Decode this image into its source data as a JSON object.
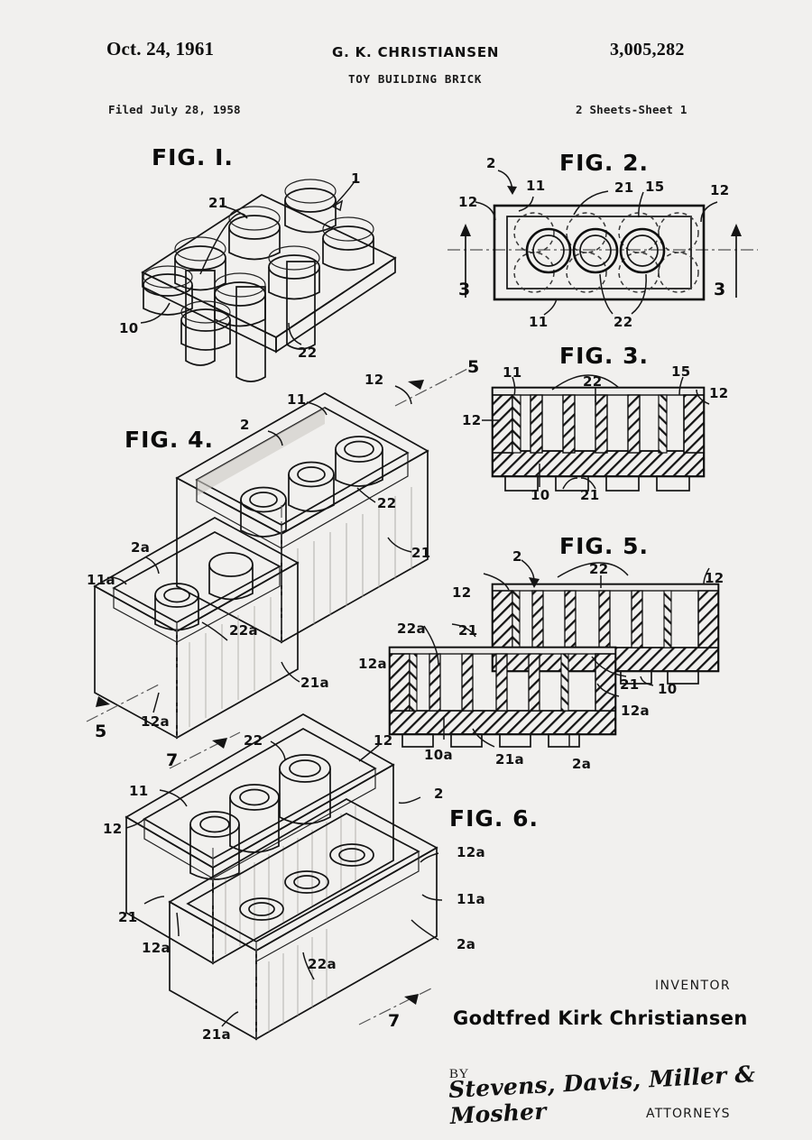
{
  "header": {
    "date": "Oct. 24, 1961",
    "inventor_caps": "G. K. CHRISTIANSEN",
    "patent_number": "3,005,282",
    "title": "TOY BUILDING BRICK",
    "filed": "Filed July 28, 1958",
    "sheets": "2 Sheets-Sheet 1"
  },
  "figures": {
    "fig1": {
      "title": "FIG. I.",
      "refs": [
        "1",
        "21",
        "10",
        "22"
      ]
    },
    "fig2": {
      "title": "FIG. 2.",
      "refs": [
        "2",
        "12",
        "11",
        "21",
        "15",
        "12",
        "11",
        "22"
      ],
      "section_marks": [
        "3",
        "3"
      ]
    },
    "fig3": {
      "title": "FIG. 3.",
      "refs": [
        "11",
        "22",
        "15",
        "12",
        "12",
        "10",
        "21"
      ]
    },
    "fig4": {
      "title": "FIG. 4.",
      "refs": [
        "12",
        "11",
        "2",
        "22",
        "21",
        "2a",
        "11a",
        "22a",
        "21a",
        "12a"
      ],
      "section_marks": [
        "5",
        "5"
      ]
    },
    "fig5": {
      "title": "FIG. 5.",
      "refs": [
        "2",
        "22",
        "12",
        "12",
        "22a",
        "21",
        "21",
        "10",
        "12a",
        "10a",
        "21a",
        "2a"
      ]
    },
    "fig6": {
      "title": "FIG. 6.",
      "refs": [
        "22",
        "12",
        "2",
        "11",
        "12",
        "12a",
        "11a",
        "2a",
        "21",
        "12a",
        "22a",
        "21a"
      ],
      "section_marks": [
        "7",
        "7"
      ]
    }
  },
  "labels": {
    "n1": "1",
    "n2": "2",
    "n2a": "2a",
    "n3": "3",
    "n5": "5",
    "n7": "7",
    "n10": "10",
    "n10a": "10a",
    "n11": "11",
    "n11a": "11a",
    "n12": "12",
    "n12a": "12a",
    "n15": "15",
    "n21": "21",
    "n21a": "21a",
    "n22": "22",
    "n22a": "22a"
  },
  "signature": {
    "inventor_label": "INVENTOR",
    "inventor_name": "Godtfred Kirk Christiansen",
    "by": "BY",
    "firm": "Stevens, Davis, Miller & Mosher",
    "attorneys_label": "ATTORNEYS"
  },
  "colors": {
    "paper": "#f1f0ee",
    "ink": "#141414"
  }
}
